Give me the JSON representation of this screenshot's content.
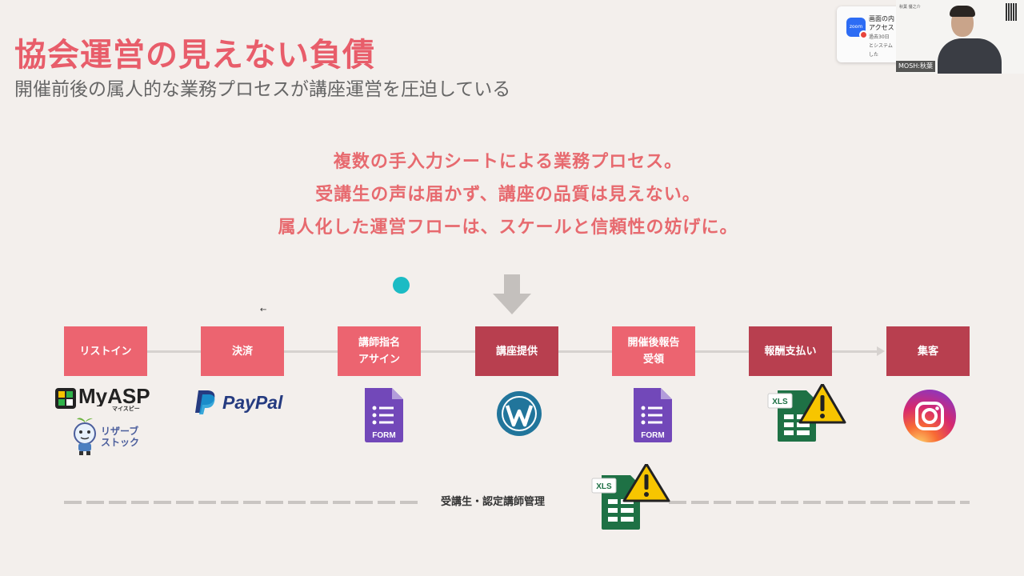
{
  "slide": {
    "title": "協会運営の見えない負債",
    "subtitle": "開催前後の属人的な業務プロセスが講座運営を圧迫している",
    "messages": [
      "複数の手入力シートによる業務プロセス。",
      "受講生の声は届かず、講座の品質は見えない。",
      "属人化した運営フローは、スケールと信頼性の妨げに。"
    ]
  },
  "flow": {
    "steps": [
      {
        "label": "リストイン",
        "style": "light"
      },
      {
        "label": "決済",
        "style": "light"
      },
      {
        "label": "講師指名\nアサイン",
        "style": "light"
      },
      {
        "label": "講座提供",
        "style": "dark"
      },
      {
        "label": "開催後報告\n受領",
        "style": "light"
      },
      {
        "label": "報酬支払い",
        "style": "dark"
      },
      {
        "label": "集客",
        "style": "dark"
      }
    ],
    "colors": {
      "light": "#ec6470",
      "dark": "#b83f4f",
      "line": "#d6d2cf"
    }
  },
  "tools": {
    "myasp": "MyASP",
    "myasp_sub": "マイスピー",
    "reservestock_line1": "リザーブ",
    "reservestock_line2": "ストック",
    "paypal": "PayPal",
    "form_label": "FORM",
    "xls_label": "XLS"
  },
  "icons": [
    "myasp-icon",
    "reservestock-icon",
    "paypal-icon",
    "form-icon",
    "wordpress-icon",
    "excel-icon",
    "warning-icon",
    "instagram-icon",
    "down-arrow-icon"
  ],
  "bottom": {
    "label": "受講生・認定講師管理"
  },
  "zoom_notification": {
    "badge": "zoom",
    "line1": "画面の内",
    "line2": "アクセス",
    "line3": "過去30日",
    "line4": "とシステム",
    "line5": "した"
  },
  "camera": {
    "name": "MOSH:秋葉"
  }
}
